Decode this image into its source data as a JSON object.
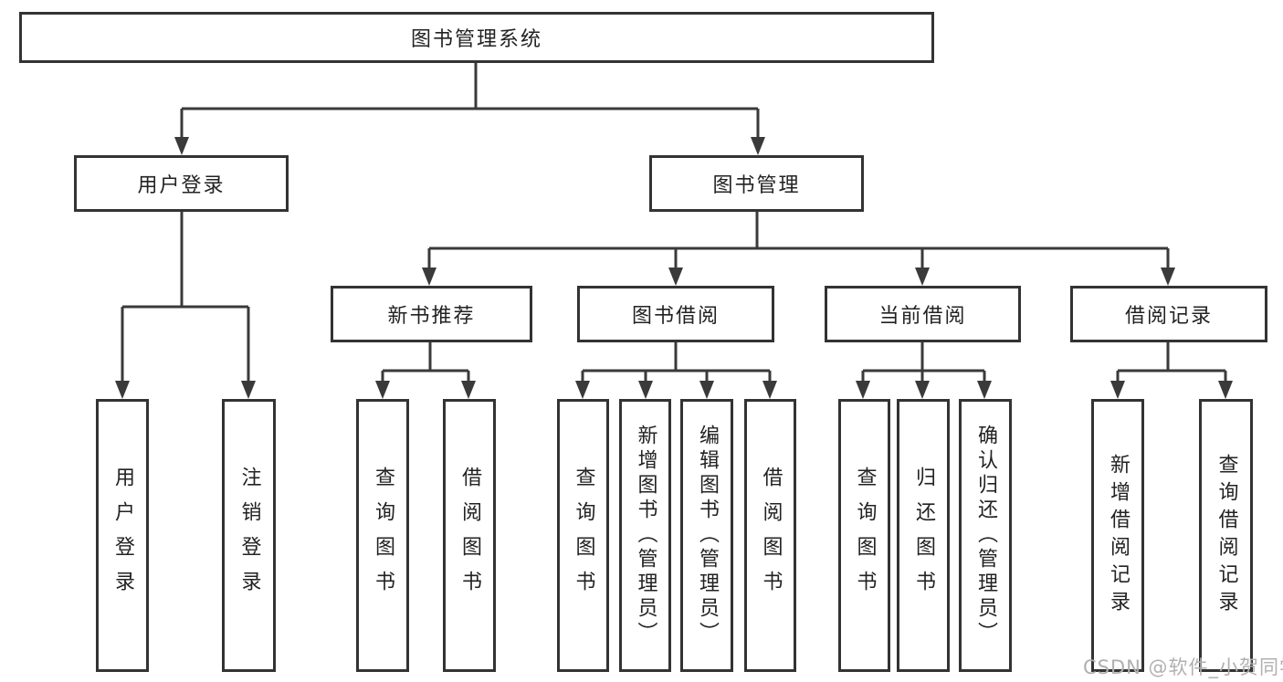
{
  "watermark": {
    "text": "CSDN @软件_小贺同学",
    "color": "#b0b0b0"
  },
  "colors": {
    "background": "#ffffff",
    "box_border": "#333333",
    "connector_line": "#3a3a3a",
    "text": "#222222",
    "watermark": "#b0b0b0"
  },
  "nodes": {
    "root": {
      "label": "图书管理系统"
    },
    "user_login": {
      "label": "用户登录"
    },
    "book_mgmt": {
      "label": "图书管理"
    },
    "new_book_rec": {
      "label": "新书推荐"
    },
    "book_borrow": {
      "label": "图书借阅"
    },
    "current_borrow": {
      "label": "当前借阅"
    },
    "borrow_record": {
      "label": "借阅记录"
    },
    "leaf_user_login": {
      "label": "用户登录"
    },
    "leaf_logout": {
      "label": "注销登录"
    },
    "leaf_nb_query": {
      "label": "查询图书"
    },
    "leaf_nb_borrow": {
      "label": "借阅图书"
    },
    "leaf_bb_query": {
      "label": "查询图书"
    },
    "leaf_bb_add": {
      "label": "新增图书（管理员）"
    },
    "leaf_bb_edit": {
      "label": "编辑图书（管理员）"
    },
    "leaf_bb_borrow": {
      "label": "借阅图书"
    },
    "leaf_cb_query": {
      "label": "查询图书"
    },
    "leaf_cb_return": {
      "label": "归还图书"
    },
    "leaf_cb_confirm": {
      "label": "确认归还（管理员）"
    },
    "leaf_br_add": {
      "label": "新增借阅记录"
    },
    "leaf_br_query": {
      "label": "查询借阅记录"
    }
  },
  "hierarchy": {
    "图书管理系统": {
      "用户登录": [
        "用户登录",
        "注销登录"
      ],
      "图书管理": {
        "新书推荐": [
          "查询图书",
          "借阅图书"
        ],
        "图书借阅": [
          "查询图书",
          "新增图书（管理员）",
          "编辑图书（管理员）",
          "借阅图书"
        ],
        "当前借阅": [
          "查询图书",
          "归还图书",
          "确认归还（管理员）"
        ],
        "借阅记录": [
          "新增借阅记录",
          "查询借阅记录"
        ]
      }
    }
  }
}
